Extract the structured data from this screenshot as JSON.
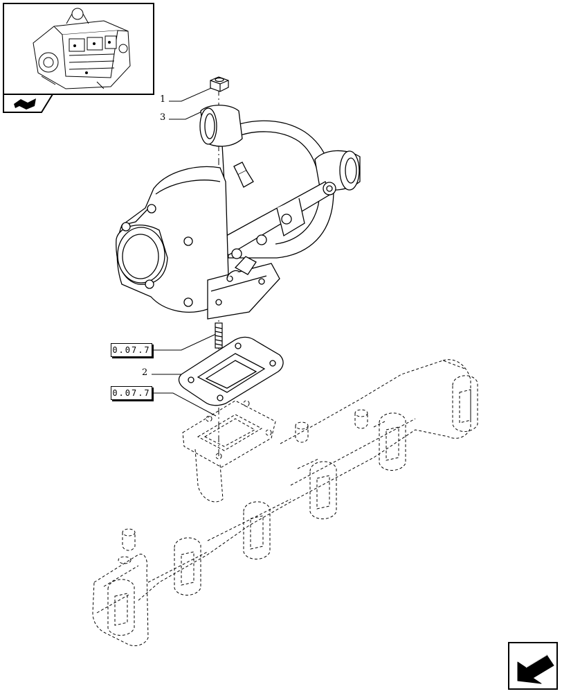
{
  "callouts": {
    "item1": "1",
    "item2": "2",
    "item3": "3"
  },
  "references": {
    "ref_a": "0.07.7",
    "ref_b": "0.07.7"
  },
  "icons": {
    "thumbnail": "engine-thumbnail",
    "section": "book-open-icon",
    "navigation": "next-page-arrow-icon"
  }
}
